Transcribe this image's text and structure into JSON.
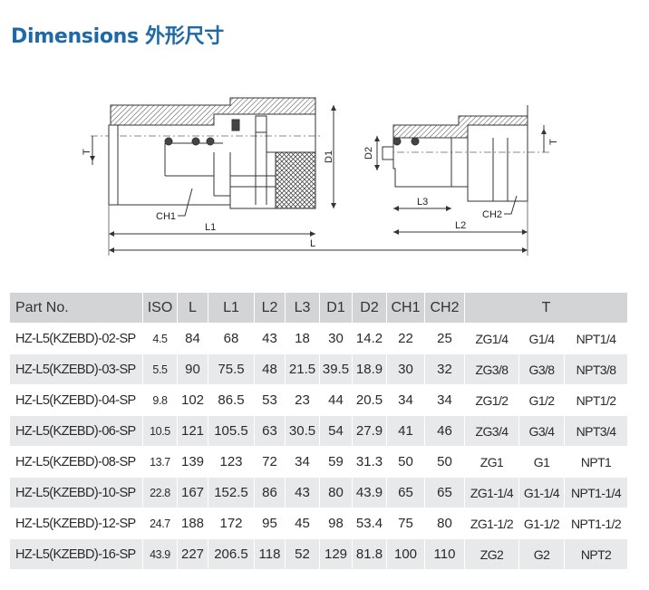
{
  "title": "Dimensions 外形尺寸",
  "drawing_labels": {
    "T_left": "T",
    "D1": "D1",
    "CH1": "CH1",
    "L1": "L1",
    "L": "L",
    "D2": "D2",
    "L3": "L3",
    "CH2": "CH2",
    "L2": "L2",
    "T_right": "T"
  },
  "table": {
    "headers": [
      "Part No.",
      "ISO",
      "L",
      "L1",
      "L2",
      "L3",
      "D1",
      "D2",
      "CH1",
      "CH2",
      "T"
    ],
    "rows": [
      [
        "HZ-L5(KZEBD)-02-SP",
        "4.5",
        "84",
        "68",
        "43",
        "18",
        "30",
        "14.2",
        "22",
        "25",
        "ZG1/4",
        "G1/4",
        "NPT1/4"
      ],
      [
        "HZ-L5(KZEBD)-03-SP",
        "5.5",
        "90",
        "75.5",
        "48",
        "21.5",
        "39.5",
        "18.9",
        "30",
        "32",
        "ZG3/8",
        "G3/8",
        "NPT3/8"
      ],
      [
        "HZ-L5(KZEBD)-04-SP",
        "9.8",
        "102",
        "86.5",
        "53",
        "23",
        "44",
        "20.5",
        "34",
        "34",
        "ZG1/2",
        "G1/2",
        "NPT1/2"
      ],
      [
        "HZ-L5(KZEBD)-06-SP",
        "10.5",
        "121",
        "105.5",
        "63",
        "30.5",
        "54",
        "27.9",
        "41",
        "46",
        "ZG3/4",
        "G3/4",
        "NPT3/4"
      ],
      [
        "HZ-L5(KZEBD)-08-SP",
        "13.7",
        "139",
        "123",
        "72",
        "34",
        "59",
        "31.3",
        "50",
        "50",
        "ZG1",
        "G1",
        "NPT1"
      ],
      [
        "HZ-L5(KZEBD)-10-SP",
        "22.8",
        "167",
        "152.5",
        "86",
        "43",
        "80",
        "43.9",
        "65",
        "65",
        "ZG1-1/4",
        "G1-1/4",
        "NPT1-1/4"
      ],
      [
        "HZ-L5(KZEBD)-12-SP",
        "24.7",
        "188",
        "172",
        "95",
        "45",
        "98",
        "53.4",
        "75",
        "80",
        "ZG1-1/2",
        "G1-1/2",
        "NPT1-1/2"
      ],
      [
        "HZ-L5(KZEBD)-16-SP",
        "43.9",
        "227",
        "206.5",
        "118",
        "52",
        "129",
        "81.8",
        "100",
        "110",
        "ZG2",
        "G2",
        "NPT2"
      ]
    ]
  }
}
